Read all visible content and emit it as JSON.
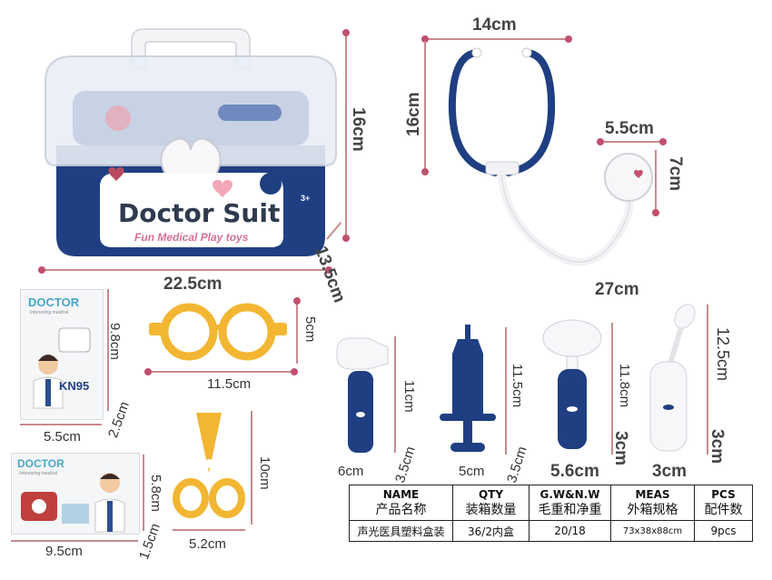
{
  "product": {
    "brand": "Doctor Suit",
    "subtitle": "Fun Medical Play toys",
    "age_badge": "3+"
  },
  "dimensions": {
    "stethoscope_width": "14cm",
    "stethoscope_height": "16cm",
    "chestpiece_width": "5.5cm",
    "chestpiece_height": "7cm",
    "tube_length": "27cm",
    "box_height": "16cm",
    "box_width": "22.5cm",
    "box_depth": "13.5cm",
    "card_height": "9.8cm",
    "card_width": "5.5cm",
    "card_thickness": "2.5cm",
    "glasses_width": "11.5cm",
    "glasses_height": "5cm",
    "otoscope_height": "11cm",
    "otoscope_width": "6cm",
    "otoscope_depth": "3.5cm",
    "syringe_height": "11.5cm",
    "syringe_width": "5cm",
    "syringe_depth": "3.5cm",
    "hammer_height": "11.8cm",
    "hammer_width": "5.6cm",
    "hammer_depth": "3cm",
    "mirror_height": "12.5cm",
    "mirror_width": "3cm",
    "mirror_depth": "3cm",
    "scissors_height": "10cm",
    "scissors_width": "5.2cm",
    "sticker_height": "5.8cm",
    "sticker_width": "9.5cm",
    "sticker_depth": "1.5cm"
  },
  "cards": {
    "card_title": "DOCTOR",
    "card_sub": "Interesting medical",
    "card_mask": "KN95",
    "sticker_title": "DOCTOR",
    "sticker_sub": "Interesting medical"
  },
  "table": {
    "headers": [
      {
        "en": "NAME",
        "cn": "产品名称"
      },
      {
        "en": "QTY",
        "cn": "装箱数量"
      },
      {
        "en": "G.W&N.W",
        "cn": "毛重和净重"
      },
      {
        "en": "MEAS",
        "cn": "外箱规格"
      },
      {
        "en": "PCS",
        "cn": "配件数"
      }
    ],
    "row": [
      "声光医具塑料盒装",
      "36/2内盒",
      "20/18",
      "73x38x88cm",
      "9pcs"
    ]
  },
  "colors": {
    "navy": "#1f3f82",
    "dim_line": "#c98a8e",
    "dot": "#c0506e",
    "yellow": "#f2b632"
  }
}
